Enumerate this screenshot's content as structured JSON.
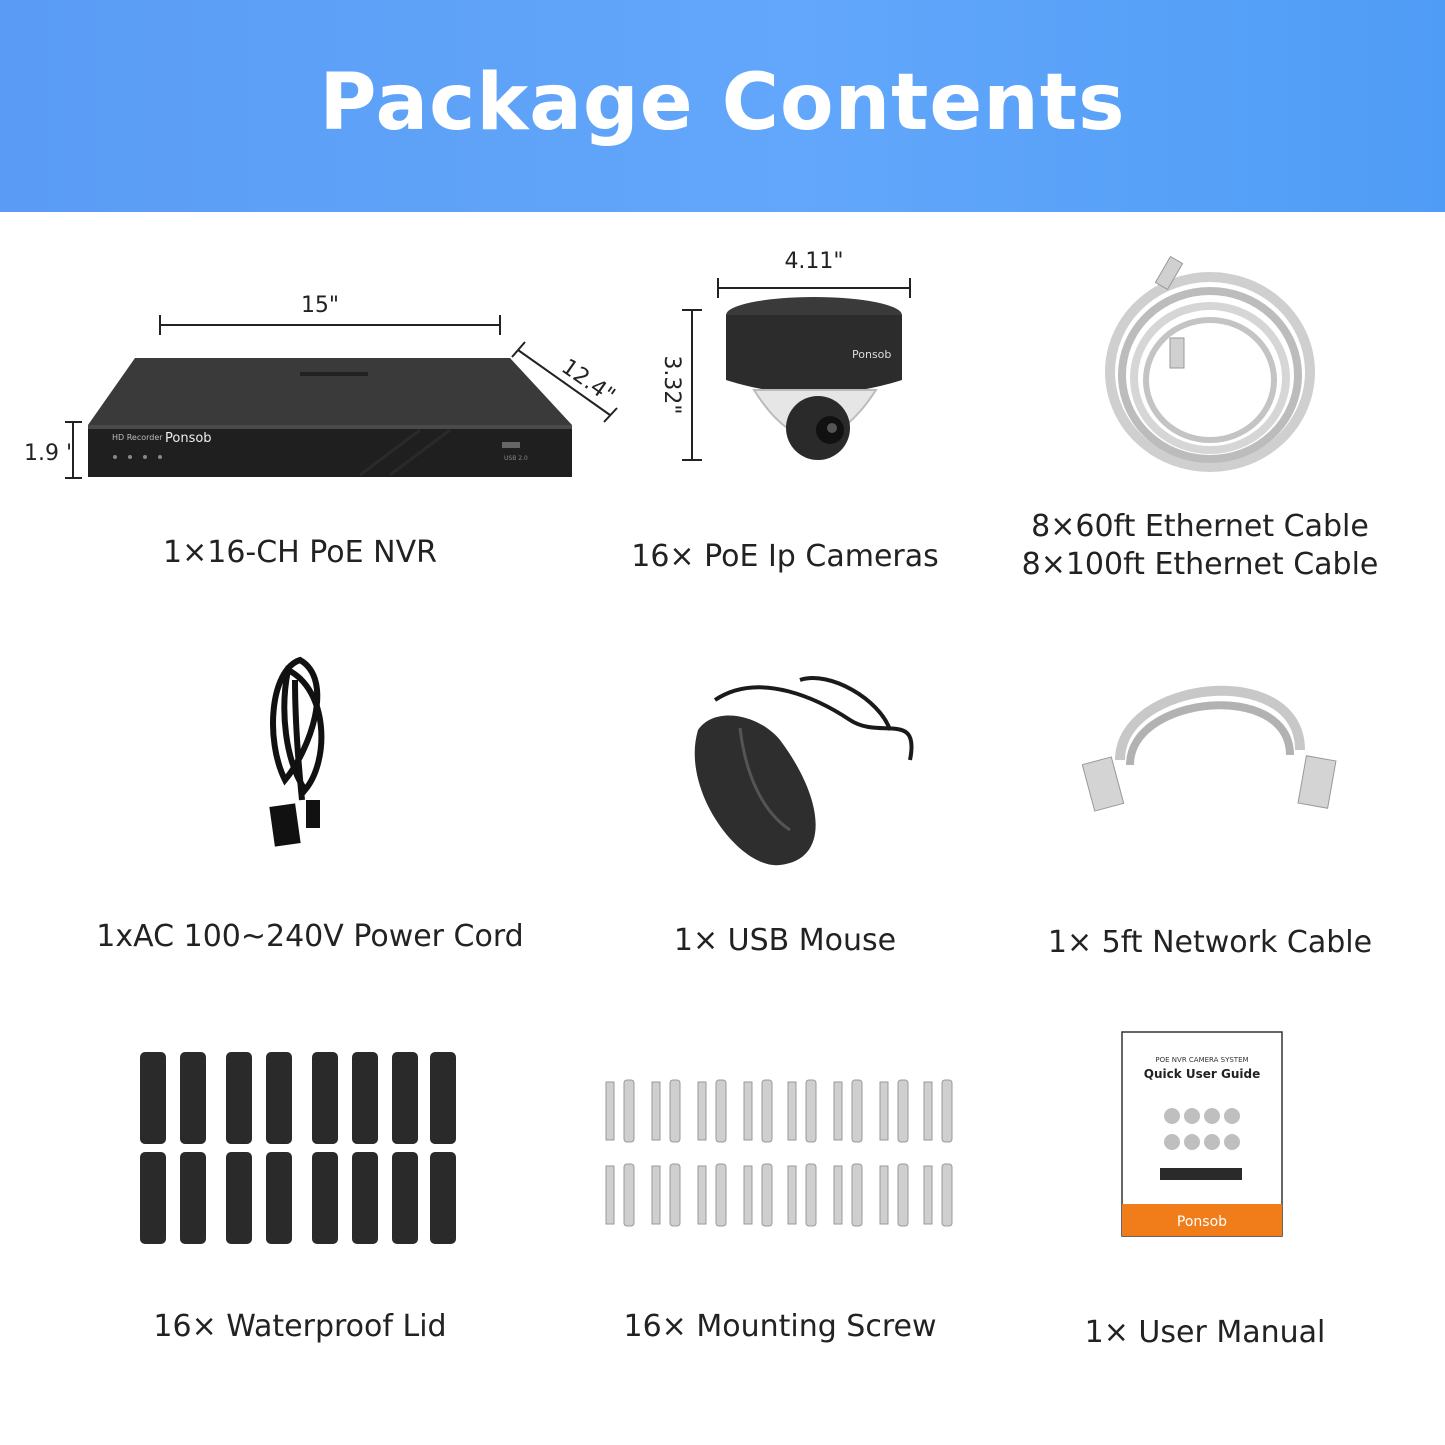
{
  "header": {
    "title": "Package Contents"
  },
  "items": [
    {
      "id": "nvr",
      "label": "1×16-CH PoE NVR",
      "icon": "nvr-recorder-icon",
      "dimensions": {
        "width": "15\"",
        "depth": "12.4\"",
        "height": "1.9 \""
      },
      "brand": "Ponsob",
      "device_tag": "HD Recorder",
      "port_label": "USB 2.0"
    },
    {
      "id": "camera",
      "label": "16× PoE Ip Cameras",
      "icon": "dome-camera-icon",
      "dimensions": {
        "width": "4.11\"",
        "height": "3.32\""
      },
      "brand": "Ponsob"
    },
    {
      "id": "ethernet",
      "label_lines": [
        "8×60ft Ethernet Cable",
        "8×100ft Ethernet Cable"
      ],
      "icon": "ethernet-cable-coil-icon"
    },
    {
      "id": "power",
      "label": "1xAC 100~240V Power Cord",
      "icon": "power-cord-icon"
    },
    {
      "id": "mouse",
      "label": "1× USB Mouse",
      "icon": "usb-mouse-icon"
    },
    {
      "id": "network",
      "label": "1× 5ft Network Cable",
      "icon": "network-cable-icon"
    },
    {
      "id": "lid",
      "label": "16× Waterproof Lid",
      "icon": "waterproof-lid-icon"
    },
    {
      "id": "screw",
      "label": "16× Mounting Screw",
      "icon": "mounting-screw-icon"
    },
    {
      "id": "manual",
      "label": "1× User Manual",
      "icon": "user-manual-icon",
      "manual": {
        "subtitle": "POE NVR CAMERA SYSTEM",
        "title": "Quick User Guide",
        "brand": "Ponsob"
      }
    }
  ],
  "colors": {
    "header": "#5a9cf5",
    "device": "#2b2b2b",
    "cable": "#cfcfcf",
    "manual_band": "#f07c1a"
  }
}
